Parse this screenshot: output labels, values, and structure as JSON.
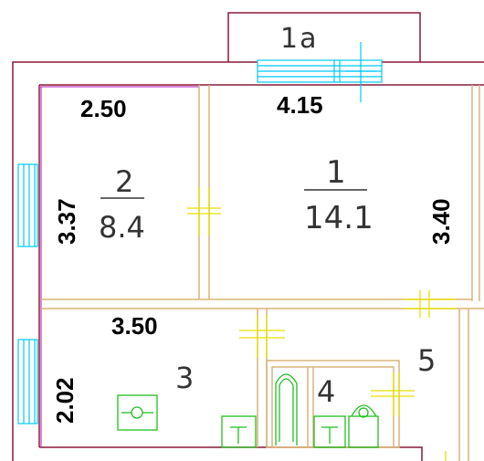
{
  "plan": {
    "balcony_label": "1a",
    "rooms": [
      {
        "number": "1",
        "area": "14.1",
        "width": "4.15",
        "depth": "3.40"
      },
      {
        "number": "2",
        "area": "8.4",
        "width": "2.50",
        "depth": "3.37"
      },
      {
        "number": "3",
        "width": "3.50",
        "depth": "2.02"
      },
      {
        "number": "4"
      },
      {
        "number": "5"
      }
    ],
    "colors": {
      "outer_wall": "#8b1a3a",
      "partition": "#d9b47a",
      "window": "#00c8ff",
      "door": "#e8e000",
      "fixture": "#1fbf1f",
      "interior_outline": "#c040c0",
      "text": "#000000"
    }
  }
}
